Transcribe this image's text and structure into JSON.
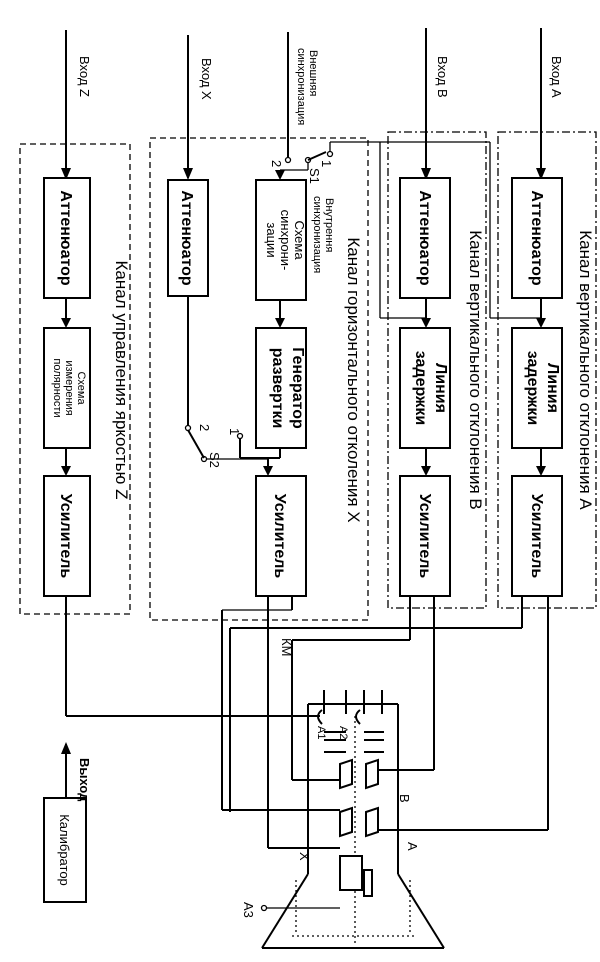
{
  "inputs": {
    "z": "Вход Z",
    "x": "Вход X",
    "b": "Вход B",
    "a": "Вход A",
    "ext_sync_1": "Внешняя",
    "ext_sync_2": "синхронизация",
    "int_sync_1": "Внутрення",
    "int_sync_2": "синхронизация"
  },
  "channels": {
    "z": "Канал управления яркостью Z",
    "x": "Канал горизонтального отколения X",
    "b": "Канал вертикального отклонения В",
    "a": "Канал вертикального отклонения А"
  },
  "blocks": {
    "attenuator": "Аттенюатор",
    "polarity_1": "Схема",
    "polarity_2": "измерения",
    "polarity_3": "полярности",
    "sync_1": "Схема",
    "sync_2": "синхрони-",
    "sync_3": "зации",
    "sweep_1": "Генератор",
    "sweep_2": "развертки",
    "delay_1": "Линия",
    "delay_2": "задержки",
    "amplifier": "Усилитель",
    "calibrator": "Калибратор"
  },
  "switches": {
    "s1": "S1",
    "s2": "S2",
    "pos1": "1",
    "pos2": "2"
  },
  "crt": {
    "km": "КМ",
    "a1": "А1",
    "a2": "А2",
    "a3": "А3",
    "x": "X",
    "b": "В",
    "a": "А"
  },
  "output": "Выход"
}
